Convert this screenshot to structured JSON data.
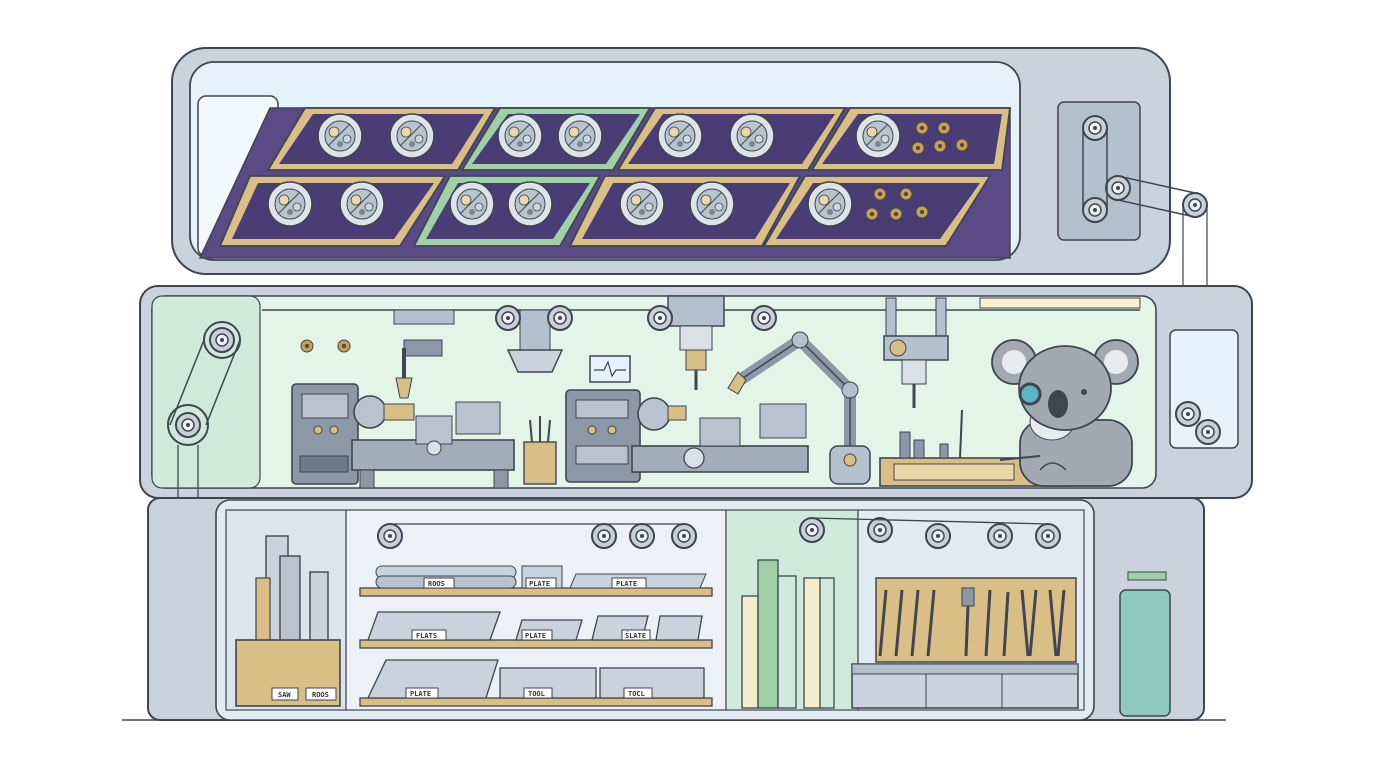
{
  "colors": {
    "background": "#ffffff",
    "frame": "#c9d2dd",
    "frame_dark": "#9fadbd",
    "outline": "#3f4650",
    "glass": "#e6f2fb",
    "workshop_bg": "#e3f4e8",
    "velvet": "#5a4a86",
    "wood": "#d9bf86",
    "green_tray": "#9fd0a6",
    "koala": "#a3a9b1",
    "machine": "#8c98a6"
  },
  "labels": {
    "rods": "ROOS",
    "plate_1": "PLATE",
    "plate_2": "PLATE",
    "flats_1": "FLATS",
    "plate_3": "PLATE",
    "slate": "ŚLATE",
    "flats_2": "PLATE",
    "tool_1": "TOOL",
    "tool_2": "TOCL",
    "saw": "SAW",
    "rods_2": "ROOS"
  }
}
